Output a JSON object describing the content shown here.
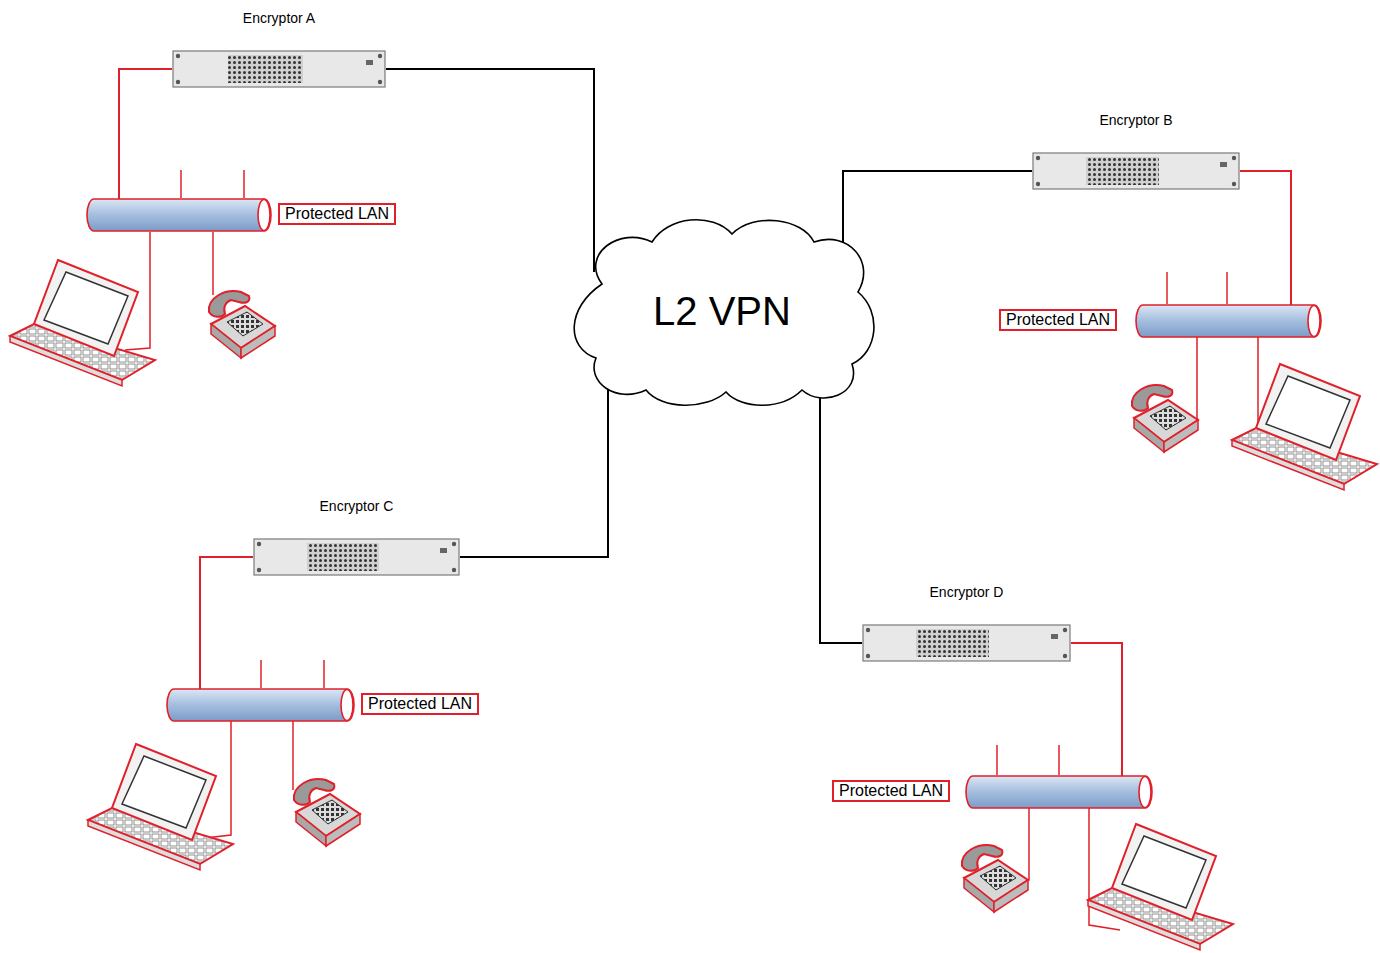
{
  "diagram": {
    "nodes": [
      {
        "text": [
          "Encryptor A"
        ]
      },
      {
        "text": [
          "Protected LAN"
        ]
      },
      {
        "text": [
          "L2 VPN"
        ]
      },
      {
        "text": [
          "Encryptor B"
        ]
      },
      {
        "text": [
          "Protected LAN"
        ]
      },
      {
        "text": [
          "Encryptor C"
        ]
      },
      {
        "text": [
          "Protected LAN"
        ]
      },
      {
        "text": [
          "Encryptor D"
        ]
      },
      {
        "text": [
          "Protected LAN"
        ]
      }
    ],
    "edges": [
      {
        "from": 0,
        "to": 2,
        "arrow": "none"
      },
      {
        "from": 0,
        "to": 1,
        "arrow": "none"
      },
      {
        "from": 3,
        "to": 2,
        "arrow": "none"
      },
      {
        "from": 3,
        "to": 4,
        "arrow": "none"
      },
      {
        "from": 5,
        "to": 2,
        "arrow": "none"
      },
      {
        "from": 5,
        "to": 6,
        "arrow": "none"
      },
      {
        "from": 7,
        "to": 2,
        "arrow": "none"
      },
      {
        "from": 7,
        "to": 8,
        "arrow": "none"
      }
    ]
  }
}
